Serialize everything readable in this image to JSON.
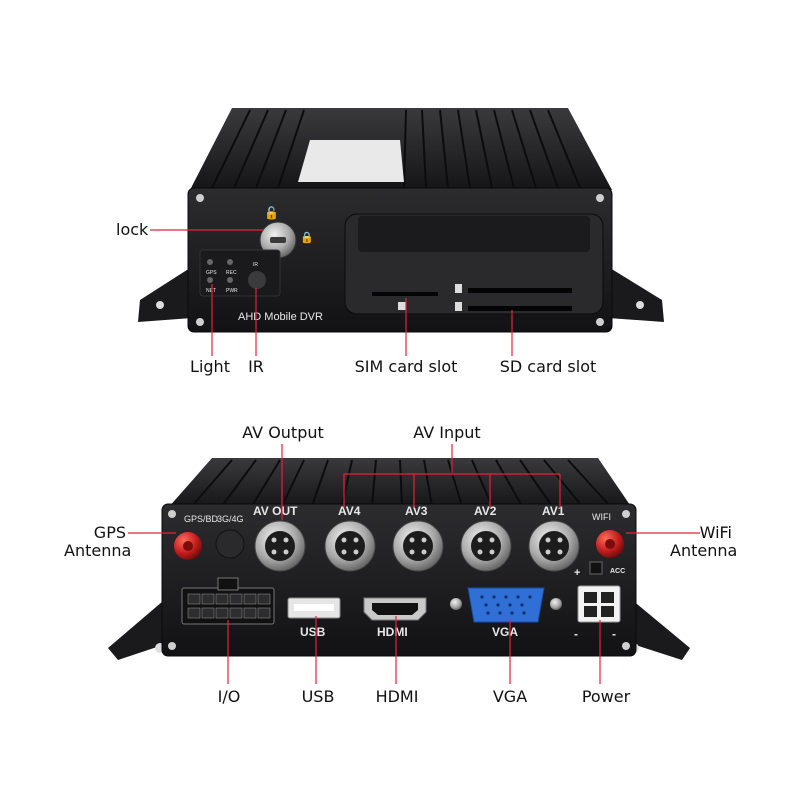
{
  "top_unit": {
    "front_label": "AHD Mobile DVR",
    "indicators": [
      "GPS",
      "REC",
      "NET",
      "PWR"
    ],
    "ir_label": "IR",
    "callouts": {
      "lock": "lock",
      "light": "Light",
      "ir": "IR",
      "sim": "SIM card slot",
      "sd": "SD card slot"
    }
  },
  "bottom_unit": {
    "ports": {
      "gps_bd": "GPS/BD",
      "cell": "3G/4G",
      "av_out": "AV OUT",
      "av4": "AV4",
      "av3": "AV3",
      "av2": "AV2",
      "av1": "AV1",
      "wifi": "WIFI",
      "usb": "USB",
      "hdmi": "HDMI",
      "vga": "VGA",
      "acc": "ACC",
      "plus": "+",
      "minus": "-"
    },
    "callouts": {
      "av_output": "AV Output",
      "av_input": "AV Input",
      "gps_line1": "GPS",
      "gps_line2": "Antenna",
      "wifi_line1": "WiFi",
      "wifi_line2": "Antenna",
      "io": "I/O",
      "usb": "USB",
      "hdmi": "HDMI",
      "vga": "VGA",
      "power": "Power"
    }
  },
  "colors": {
    "leader": "#e8203a",
    "body_dark": "#1e1e20",
    "antenna_red": "#c41e1e",
    "vga_blue": "#2f6fd6"
  }
}
